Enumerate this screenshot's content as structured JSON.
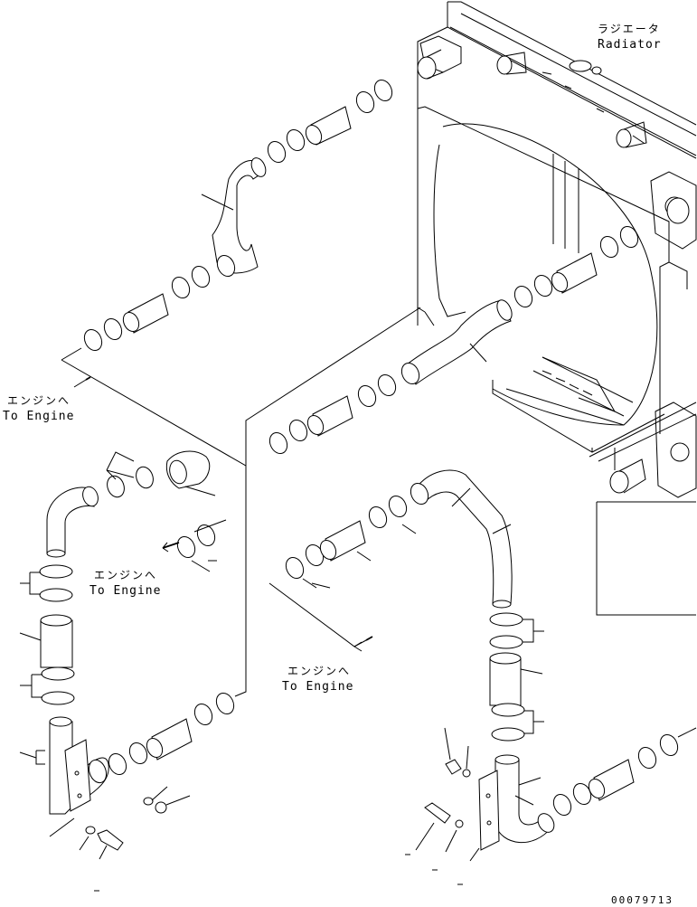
{
  "labels": {
    "radiator_jp": "ラジエータ",
    "radiator_en": "Radiator",
    "engine1_jp": "エンジンへ",
    "engine1_en": "To Engine",
    "engine2_jp": "エンジンへ",
    "engine2_en": "To Engine",
    "engine3_jp": "エンジンへ",
    "engine3_en": "To Engine",
    "drawing_code": "00079713"
  }
}
